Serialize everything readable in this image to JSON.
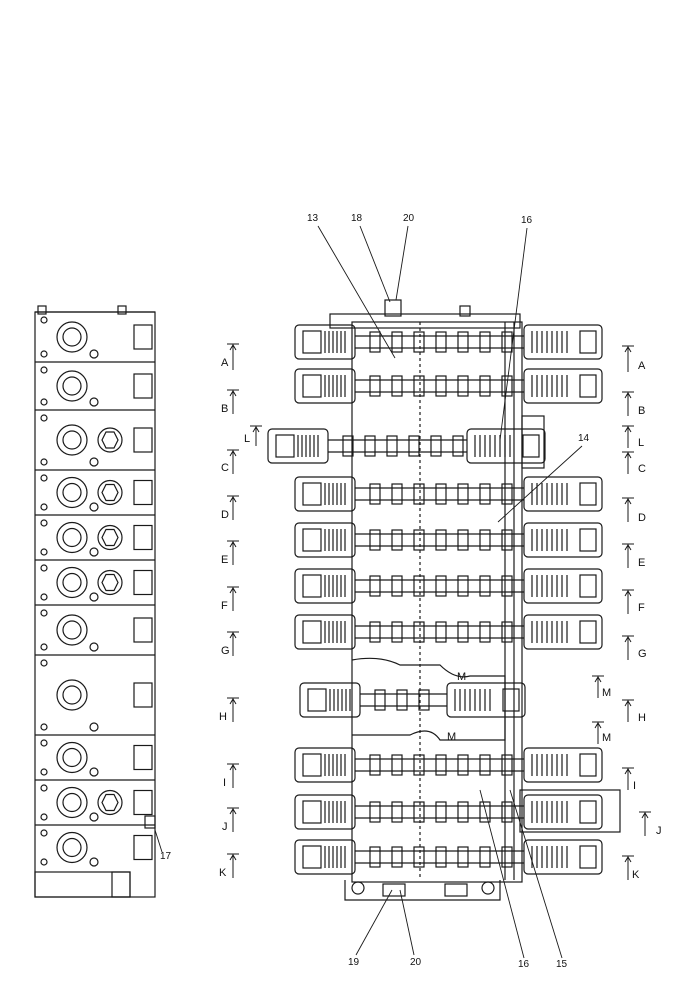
{
  "callouts": {
    "n13": "13",
    "n18": "18",
    "n20_top": "20",
    "n16_top": "16",
    "n14": "14",
    "n17": "17",
    "n19": "19",
    "n20_bottom": "20",
    "n16_bottom": "16",
    "n15": "15"
  },
  "sections_left": [
    "A",
    "B",
    "L",
    "C",
    "D",
    "E",
    "F",
    "G",
    "H",
    "I",
    "J",
    "K"
  ],
  "sections_right": [
    "A",
    "B",
    "L",
    "C",
    "D",
    "E",
    "F",
    "G",
    "M",
    "H",
    "M",
    "I",
    "J",
    "K"
  ],
  "inner_labels": [
    "M",
    "M"
  ]
}
